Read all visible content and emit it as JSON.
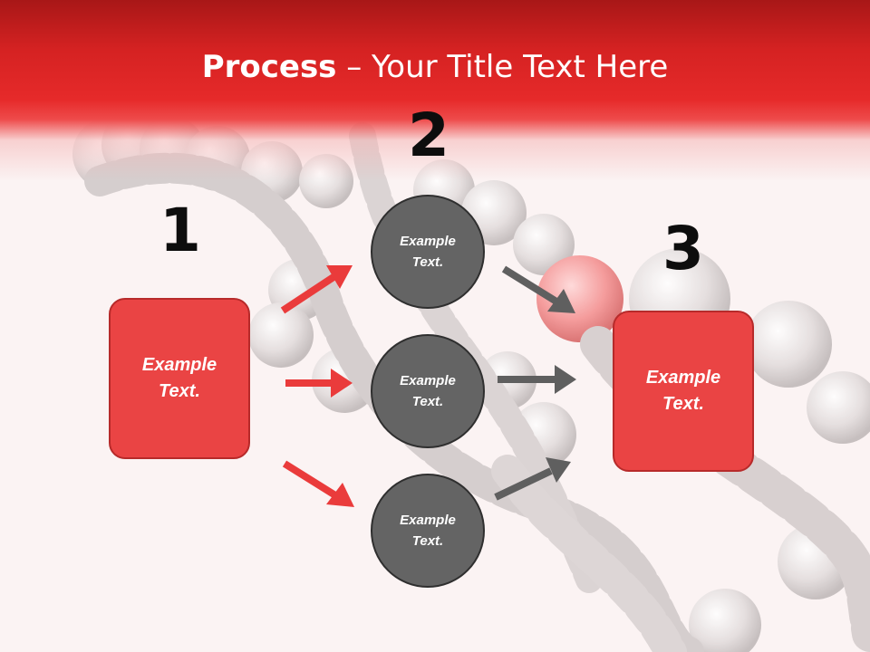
{
  "slide": {
    "title_bold": "Process",
    "title_rest": " – Your Title Text Here"
  },
  "steps": {
    "one": {
      "number": "1",
      "line1": "Example",
      "line2": "Text."
    },
    "two": {
      "number": "2",
      "circles": [
        {
          "line1": "Example",
          "line2": "Text."
        },
        {
          "line1": "Example",
          "line2": "Text."
        },
        {
          "line1": "Example",
          "line2": "Text."
        }
      ]
    },
    "three": {
      "number": "3",
      "line1": "Example",
      "line2": "Text."
    }
  },
  "colors": {
    "header_red": "#e62a2a",
    "box_red": "#ea4444",
    "circle_gray": "#646464",
    "arrow_red": "#ea3b3b",
    "arrow_gray": "#5f5f5f"
  }
}
